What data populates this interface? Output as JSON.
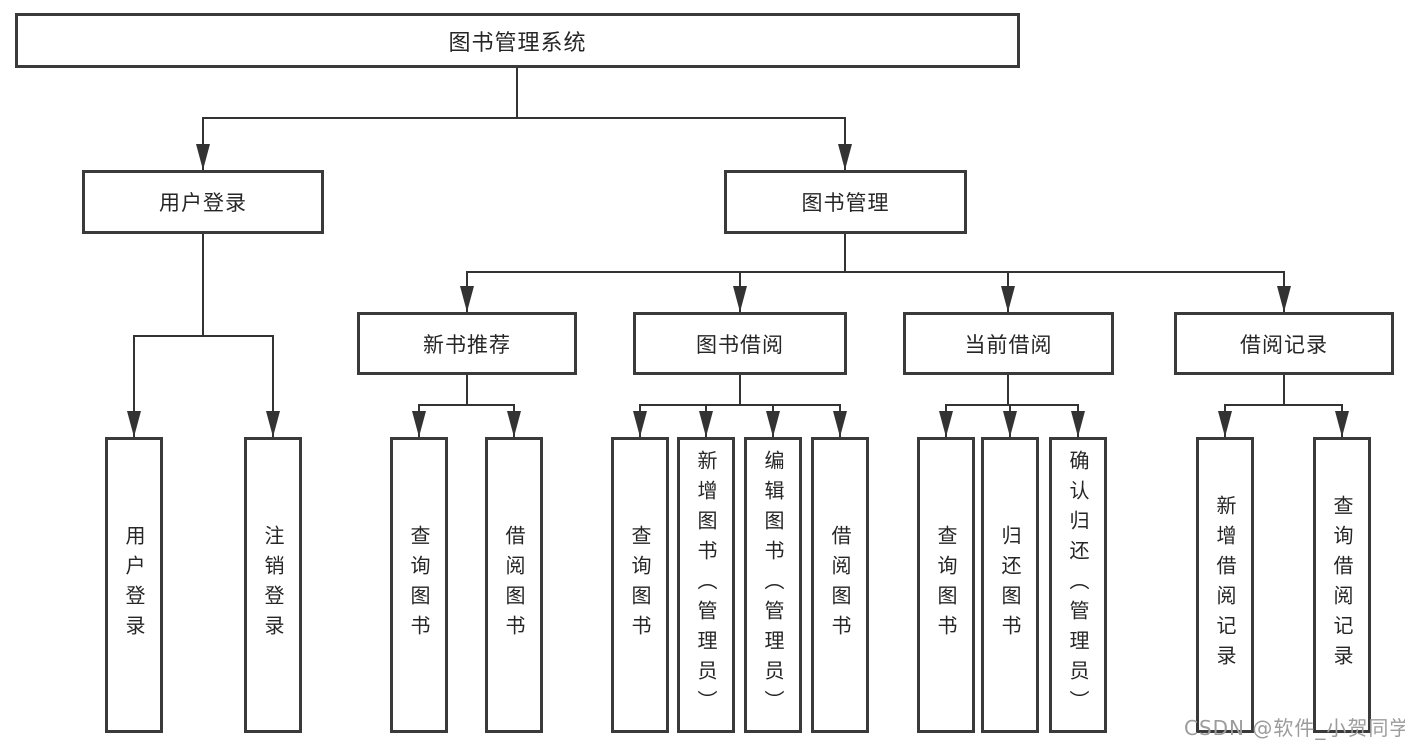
{
  "tree": {
    "label": "图书管理系统",
    "children": [
      {
        "label": "用户登录",
        "children": [
          {
            "label": "用户登录"
          },
          {
            "label": "注销登录"
          }
        ]
      },
      {
        "label": "图书管理",
        "children": [
          {
            "label": "新书推荐",
            "children": [
              {
                "label": "查询图书"
              },
              {
                "label": "借阅图书"
              }
            ]
          },
          {
            "label": "图书借阅",
            "children": [
              {
                "label": "查询图书"
              },
              {
                "label": "新增图书（管理员）"
              },
              {
                "label": "编辑图书（管理员）"
              },
              {
                "label": "借阅图书"
              }
            ]
          },
          {
            "label": "当前借阅",
            "children": [
              {
                "label": "查询图书"
              },
              {
                "label": "归还图书"
              },
              {
                "label": "确认归还（管理员）"
              }
            ]
          },
          {
            "label": "借阅记录",
            "children": [
              {
                "label": "新增借阅记录"
              },
              {
                "label": "查询借阅记录"
              }
            ]
          }
        ]
      }
    ]
  },
  "watermark": {
    "text": "CSDN @软件_小贺同学"
  },
  "colors": {
    "line": "#333333",
    "box_border": "#3a3a3a",
    "text": "#262626",
    "watermark": "#9c9c9c",
    "background": "#ffffff"
  }
}
